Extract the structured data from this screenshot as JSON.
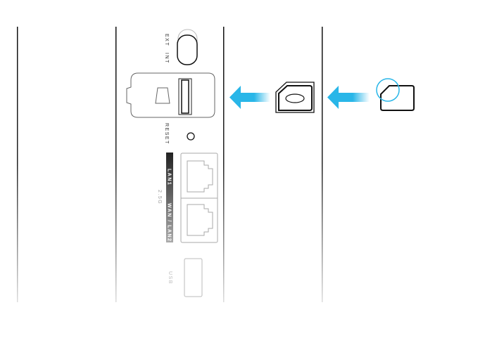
{
  "router": {
    "switch_ext_label": "EXT",
    "switch_int_label": "INT",
    "reset_label": "RESET",
    "lan1_label": "LAN1",
    "speed_label": "2.5G",
    "wan_lan2_label": "WAN / LAN2",
    "usb_label": "USB"
  },
  "colors": {
    "accent": "#29b6e8",
    "line": "#111111"
  },
  "icons": [
    "arrow-left-icon",
    "sim-card-icon",
    "sim-card-notch-highlight-icon"
  ]
}
